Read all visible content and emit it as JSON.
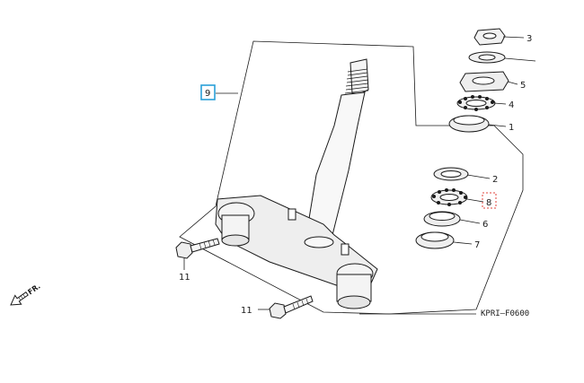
{
  "diagram": {
    "catalog_code": "KPRI–F0600",
    "direction_label": "FR.",
    "highlight_colors": {
      "selected": "#2aa0d8",
      "flagged": "#e0443c"
    },
    "callouts": [
      {
        "id": "c3",
        "label": "3"
      },
      {
        "id": "c-dash",
        "label": ""
      },
      {
        "id": "c5",
        "label": "5"
      },
      {
        "id": "c4",
        "label": "4"
      },
      {
        "id": "c1",
        "label": "1"
      },
      {
        "id": "c9",
        "label": "9"
      },
      {
        "id": "c2",
        "label": "2"
      },
      {
        "id": "c8",
        "label": "8"
      },
      {
        "id": "c6",
        "label": "6"
      },
      {
        "id": "c7",
        "label": "7"
      },
      {
        "id": "c11a",
        "label": "11"
      },
      {
        "id": "c11b",
        "label": "11"
      }
    ]
  }
}
